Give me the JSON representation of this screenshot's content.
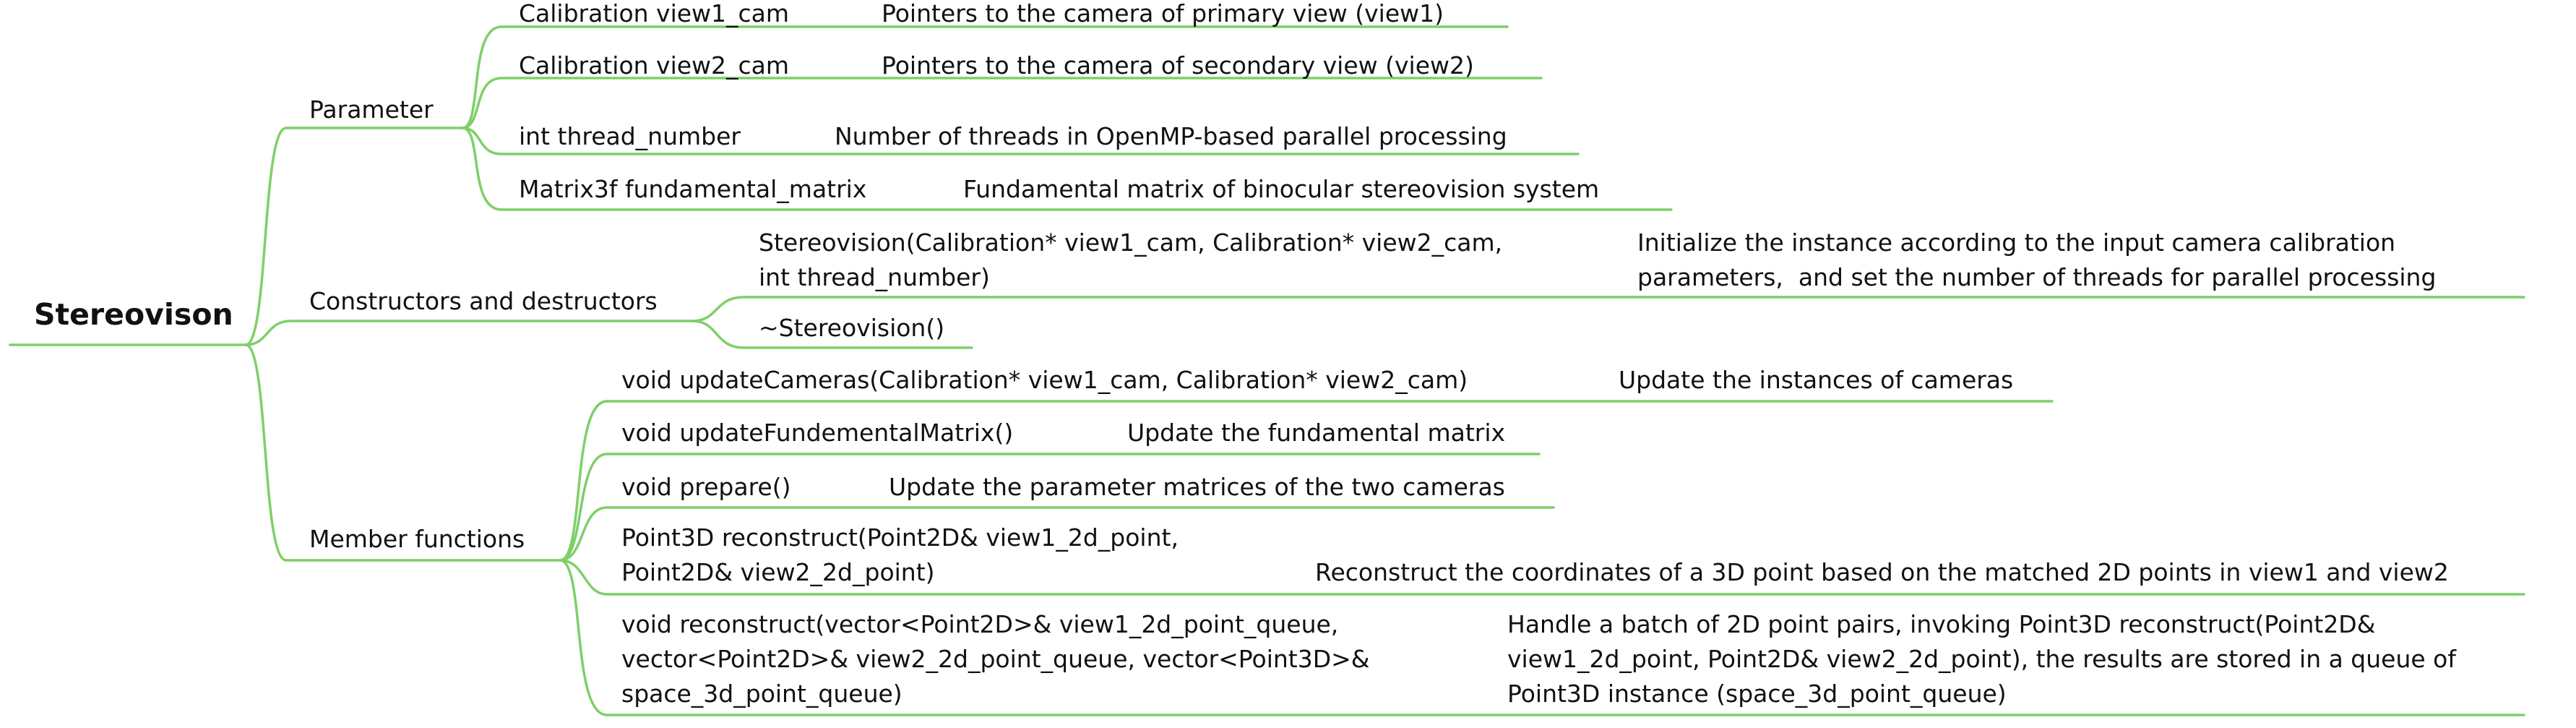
{
  "root": {
    "label": "Stereovison"
  },
  "branches": {
    "parameter": {
      "label": "Parameter",
      "items": [
        {
          "name": "Calibration view1_cam",
          "desc": "Pointers to the camera of primary view (view1)"
        },
        {
          "name": "Calibration view2_cam",
          "desc": "Pointers to the camera of secondary view (view2)"
        },
        {
          "name": "int thread_number",
          "desc": "Number of threads in OpenMP-based parallel processing"
        },
        {
          "name": "Matrix3f fundamental_matrix",
          "desc": "Fundamental matrix of binocular stereovision system"
        }
      ]
    },
    "constructors": {
      "label": "Constructors and destructors",
      "items": [
        {
          "name": "Stereovision(Calibration* view1_cam, Calibration* view2_cam,\nint thread_number)",
          "desc": "Initialize the instance according to the input camera calibration\nparameters,  and set the number of threads for parallel processing"
        },
        {
          "name": "~Stereovision()",
          "desc": ""
        }
      ]
    },
    "members": {
      "label": "Member functions",
      "items": [
        {
          "name": "void updateCameras(Calibration* view1_cam, Calibration* view2_cam)",
          "desc": "Update the instances of cameras"
        },
        {
          "name": "void updateFundementalMatrix()",
          "desc": "Update the fundamental matrix"
        },
        {
          "name": "void prepare()",
          "desc": "Update the parameter matrices of the two cameras"
        },
        {
          "name": "Point3D reconstruct(Point2D& view1_2d_point,\nPoint2D& view2_2d_point)",
          "desc": "Reconstruct the coordinates of a 3D point based on the matched 2D points in view1 and view2"
        },
        {
          "name": "void reconstruct(vector<Point2D>& view1_2d_point_queue,\nvector<Point2D>& view2_2d_point_queue, vector<Point3D>&\nspace_3d_point_queue)",
          "desc": "Handle a batch of 2D point pairs, invoking Point3D reconstruct(Point2D&\nview1_2d_point, Point2D& view2_2d_point), the results are stored in a queue of\nPoint3D instance (space_3d_point_queue)"
        }
      ]
    }
  },
  "colors": {
    "line": "#7fcf6a",
    "text": "#111111",
    "background": "#ffffff"
  }
}
